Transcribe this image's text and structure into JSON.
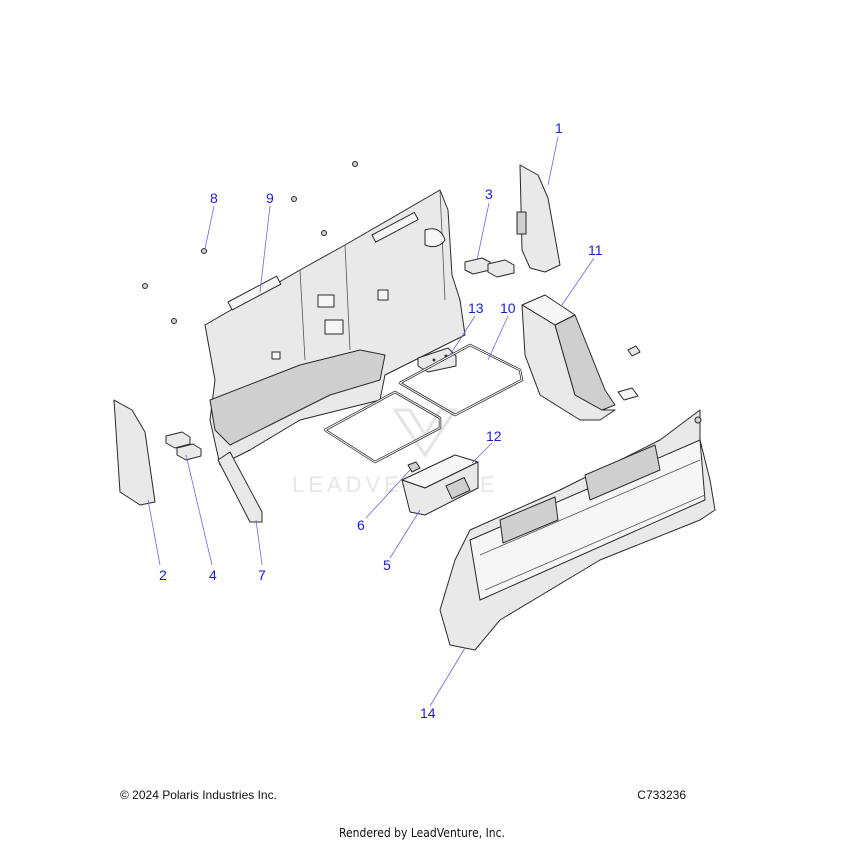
{
  "diagram": {
    "callouts": [
      "1",
      "2",
      "3",
      "4",
      "5",
      "6",
      "7",
      "8",
      "9",
      "10",
      "11",
      "12",
      "13",
      "14"
    ],
    "watermark_text": "LEADVENTURE",
    "callout_color": "#1a1adb"
  },
  "footer": {
    "copyright": "© 2024 Polaris Industries Inc.",
    "drawing_number": "C733236",
    "rendered_by": "Rendered by LeadVenture, Inc."
  }
}
